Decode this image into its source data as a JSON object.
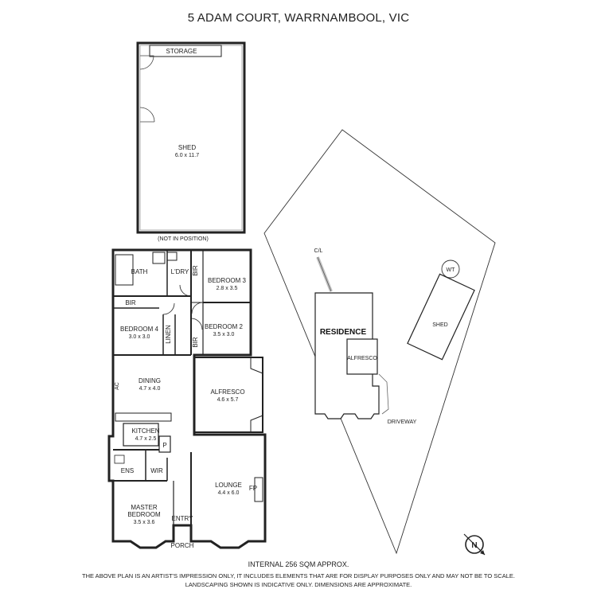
{
  "title": "5 ADAM COURT, WARRNAMBOOL, VIC",
  "shed_plan": {
    "storage": "STORAGE",
    "name": "SHED",
    "dims": "6.0 x 11.7",
    "note": "(NOT IN POSITION)"
  },
  "rooms": {
    "bath": "BATH",
    "ldry": "L'DRY",
    "bir": "BIR",
    "bedroom3": {
      "name": "BEDROOM 3",
      "dims": "2.8 x 3.5"
    },
    "bedroom4": {
      "name": "BEDROOM 4",
      "dims": "3.0 x 3.0"
    },
    "bedroom2": {
      "name": "BEDROOM 2",
      "dims": "3.5 x 3.0"
    },
    "linen": "LINEN",
    "dining": {
      "name": "DINING",
      "dims": "4.7 x 4.0"
    },
    "alfresco": {
      "name": "ALFRESCO",
      "dims": "4.6 x 5.7"
    },
    "kitchen": {
      "name": "KITCHEN",
      "dims": "4.7 x 2.5"
    },
    "pantry": "P",
    "ens": "ENS",
    "wir": "WIR",
    "lounge": {
      "name": "LOUNGE",
      "dims": "4.4 x 6.0"
    },
    "fp": "FP",
    "master": {
      "name1": "MASTER",
      "name2": "BEDROOM",
      "dims": "3.5 x 3.6"
    },
    "entry": "ENTRY",
    "porch": "PORCH",
    "ac": "AC"
  },
  "site": {
    "cl": "C/L",
    "wt": "WT",
    "residence": "RESIDENCE",
    "alfresco": "ALFRESCO",
    "shed": "SHED",
    "driveway": "DRIVEWAY",
    "north": "N"
  },
  "footer": {
    "area": "INTERNAL 256 SQM APPROX.",
    "disclaimer1": "THE ABOVE PLAN IS AN ARTIST'S IMPRESSION ONLY, IT INCLUDES ELEMENTS THAT ARE FOR DISPLAY PURPOSES ONLY AND MAY NOT BE TO SCALE.",
    "disclaimer2": "LANDSCAPING SHOWN IS INDICATIVE ONLY. DIMENSIONS ARE APPROXIMATE."
  }
}
